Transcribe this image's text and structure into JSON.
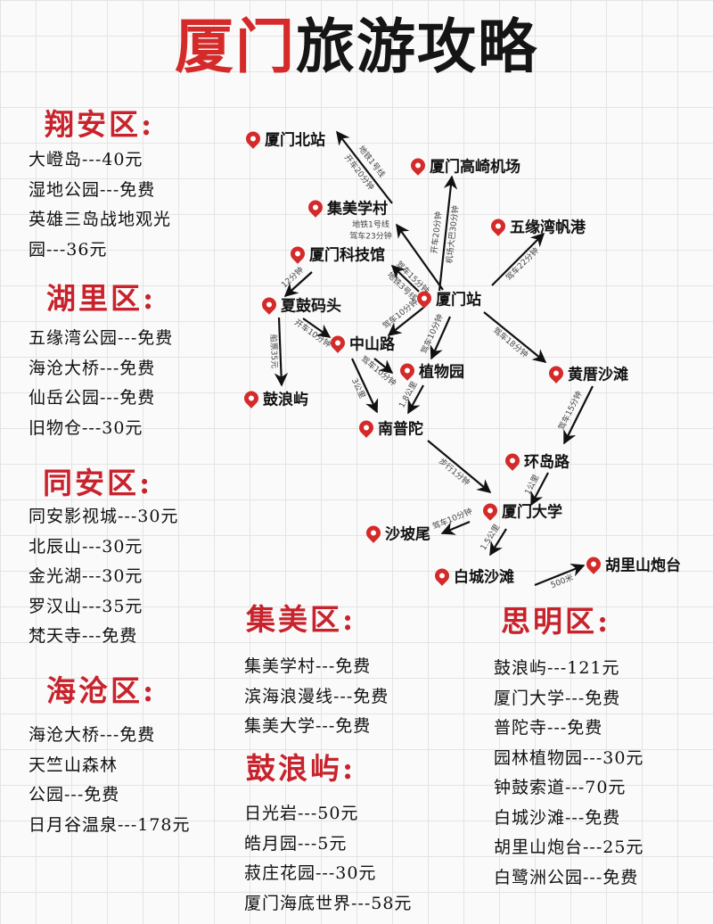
{
  "title": {
    "part1": "厦门",
    "part2": "旅游攻略"
  },
  "colors": {
    "accent": "#c8232c",
    "pin": "#d42a2a",
    "text": "#111111"
  },
  "map": {
    "nodes": [
      {
        "id": "bei",
        "name": "厦门北站",
        "icon": "map-pin-icon"
      },
      {
        "id": "gaoqi",
        "name": "厦门高崎机场",
        "icon": "map-pin-icon"
      },
      {
        "id": "jimei",
        "name": "集美学村",
        "icon": "map-pin-icon"
      },
      {
        "id": "wuyuan",
        "name": "五缘湾帆港",
        "icon": "map-pin-icon"
      },
      {
        "id": "keji",
        "name": "厦门科技馆",
        "icon": "map-pin-icon"
      },
      {
        "id": "zhan",
        "name": "厦门站",
        "icon": "map-pin-icon"
      },
      {
        "id": "xiagu",
        "name": "夏鼓码头",
        "icon": "map-pin-icon"
      },
      {
        "id": "zhongshan",
        "name": "中山路",
        "icon": "map-pin-icon"
      },
      {
        "id": "zhiwu",
        "name": "植物园",
        "icon": "map-pin-icon"
      },
      {
        "id": "huangcuo",
        "name": "黄厝沙滩",
        "icon": "map-pin-icon"
      },
      {
        "id": "gulang",
        "name": "鼓浪屿",
        "icon": "map-pin-icon"
      },
      {
        "id": "nanputuo",
        "name": "南普陀",
        "icon": "map-pin-icon"
      },
      {
        "id": "huandao",
        "name": "环岛路",
        "icon": "map-pin-icon"
      },
      {
        "id": "xiada",
        "name": "厦门大学",
        "icon": "map-pin-icon"
      },
      {
        "id": "shapo",
        "name": "沙坡尾",
        "icon": "map-pin-icon"
      },
      {
        "id": "baicheng",
        "name": "白城沙滩",
        "icon": "map-pin-icon"
      },
      {
        "id": "hulishan",
        "name": "胡里山炮台",
        "icon": "map-pin-icon"
      }
    ],
    "edges": [
      {
        "from": "jimei",
        "to": "bei",
        "labels": [
          "开车20分钟",
          "地铁1号线"
        ]
      },
      {
        "from": "zhan",
        "to": "jimei",
        "labels": [
          "地铁1号线",
          "驾车23分钟"
        ]
      },
      {
        "from": "zhan",
        "to": "gaoqi",
        "labels": [
          "开车20分钟",
          "机场大巴30分钟"
        ]
      },
      {
        "from": "zhan",
        "to": "keji",
        "labels": [
          "驾车15分钟",
          "地铁3号线"
        ]
      },
      {
        "from": "keji",
        "to": "xiagu",
        "labels": [
          "12分钟"
        ]
      },
      {
        "from": "xiagu",
        "to": "gulang",
        "labels": [
          "船票35元"
        ]
      },
      {
        "from": "xiagu",
        "to": "zhongshan",
        "labels": [
          "开车10分钟"
        ]
      },
      {
        "from": "zhan",
        "to": "zhongshan",
        "labels": [
          "驾车10分钟"
        ]
      },
      {
        "from": "zhan",
        "to": "zhiwu",
        "labels": [
          "驾车10分钟"
        ]
      },
      {
        "from": "zhongshan",
        "to": "zhiwu",
        "labels": [
          "驾车10分钟"
        ]
      },
      {
        "from": "zhongshan",
        "to": "nanputuo",
        "labels": [
          "3公里"
        ]
      },
      {
        "from": "zhiwu",
        "to": "nanputuo",
        "labels": [
          "1.8公里"
        ]
      },
      {
        "from": "nanputuo",
        "to": "xiada",
        "labels": [
          "步行1分钟"
        ]
      },
      {
        "from": "zhan",
        "to": "wuyuan",
        "labels": [
          "驾车22分钟"
        ]
      },
      {
        "from": "zhan",
        "to": "huangcuo",
        "labels": [
          "驾车18分钟"
        ]
      },
      {
        "from": "huangcuo",
        "to": "huandao",
        "labels": [
          "驾车15分钟"
        ]
      },
      {
        "from": "huandao",
        "to": "xiada",
        "labels": [
          "1公里"
        ]
      },
      {
        "from": "xiada",
        "to": "shapo",
        "labels": [
          "驾车10分钟"
        ]
      },
      {
        "from": "xiada",
        "to": "baicheng",
        "labels": [
          "1.5公里"
        ]
      },
      {
        "from": "baicheng",
        "to": "hulishan",
        "labels": [
          "500米"
        ]
      }
    ]
  },
  "sections": {
    "xiangan": {
      "heading": "翔安区:",
      "items": [
        "大嶝岛---40元",
        "湿地公园---免费",
        "英雄三岛战地观光",
        "园---36元"
      ]
    },
    "huli": {
      "heading": "湖里区:",
      "items": [
        "五缘湾公园---免费",
        "海沧大桥---免费",
        "仙岳公园---免费",
        "旧物仓---30元"
      ]
    },
    "tongan": {
      "heading": "同安区:",
      "items": [
        "同安影视城---30元",
        "北辰山---30元",
        "金光湖---30元",
        "罗汉山---35元",
        "梵天寺---免费"
      ]
    },
    "haicang": {
      "heading": "海沧区:",
      "items": [
        "海沧大桥---免费",
        "天竺山森林",
        "公园---免费",
        "日月谷温泉---178元"
      ]
    },
    "jimei": {
      "heading": "集美区:",
      "items": [
        "集美学村---免费",
        "滨海浪漫线---免费",
        "集美大学---免费"
      ]
    },
    "gulangyu": {
      "heading": "鼓浪屿:",
      "items": [
        "日光岩---50元",
        "皓月园---5元",
        "菽庄花园---30元",
        "厦门海底世界---58元"
      ]
    },
    "siming": {
      "heading": "思明区:",
      "items": [
        "鼓浪屿---121元",
        "厦门大学---免费",
        "普陀寺---免费",
        "园林植物园---30元",
        "钟鼓索道---70元",
        "白城沙滩---免费",
        "胡里山炮台---25元",
        "白鹭洲公园---免费"
      ]
    }
  }
}
